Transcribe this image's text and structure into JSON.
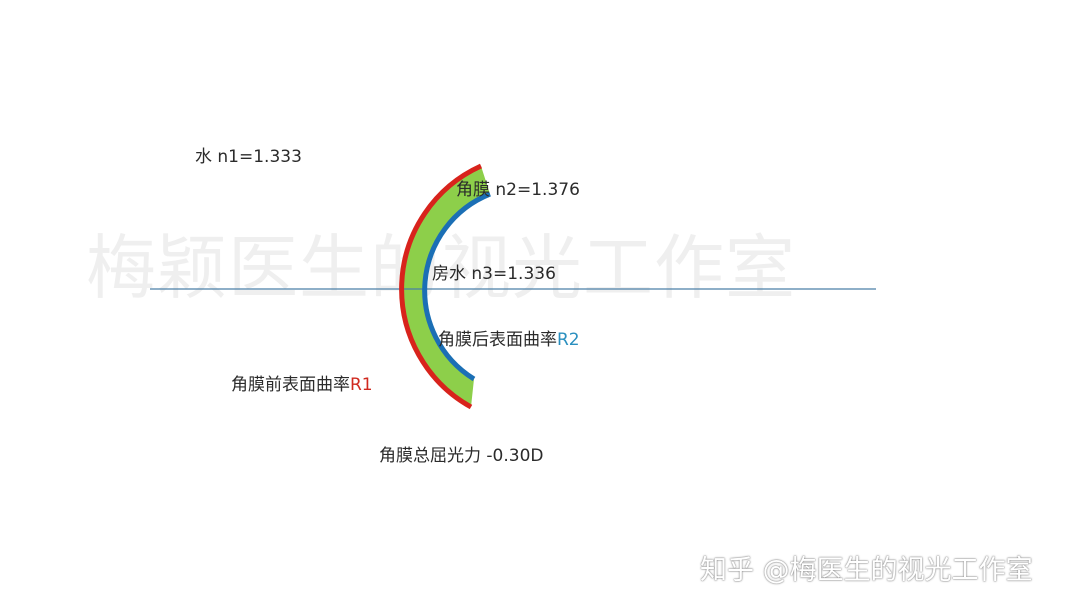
{
  "watermark": "梅颖医生的视光工作室",
  "labels": {
    "water": "水 n1=1.333",
    "cornea": "角膜 n2=1.376",
    "aqueous": "房水 n3=1.336",
    "posterior_prefix": "角膜后表面曲率",
    "posterior_symbol": "R2",
    "anterior_prefix": "角膜前表面曲率",
    "anterior_symbol": "R1",
    "total_power": "角膜总屈光力 -0.30D"
  },
  "attribution": "知乎 @梅医生的视光工作室",
  "colors": {
    "anterior_surface": "#d8231c",
    "posterior_surface": "#1b6fb5",
    "cornea_body": "#8dcf4a",
    "optical_axis": "#4a7fa8",
    "r1_text": "#d0291f",
    "r2_text": "#2a8fbf"
  }
}
